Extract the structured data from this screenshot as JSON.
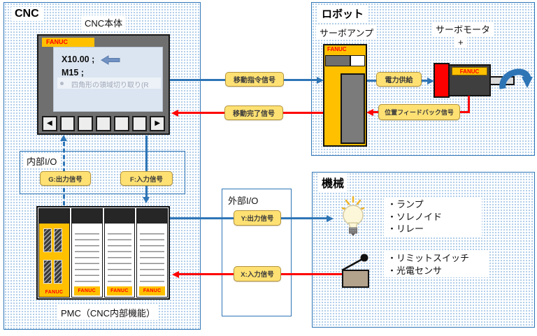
{
  "cnc": {
    "title": "CNC",
    "unit_label": "CNC本体",
    "display": {
      "brand": "FANUC",
      "line1": "X10.00 ;",
      "line2": "M15 ;",
      "ghost_text": "四角形の領域切り取り(R",
      "prev_button": "◀",
      "next_button": "▶"
    },
    "internal_io": {
      "title": "内部I/O",
      "g_signal": "G:出力信号",
      "f_signal": "F:入力信号"
    },
    "pmc": {
      "brand": "FANUC",
      "caption": "PMC（CNC内部機能）"
    }
  },
  "signals": {
    "move_command": "移動指令信号",
    "move_complete": "移動完了信号",
    "power_supply": "電力供給",
    "position_feedback": "位置フィードバック信号"
  },
  "external_io": {
    "title": "外部I/O",
    "y_signal": "Y:出力信号",
    "x_signal": "X:入力信号"
  },
  "robot": {
    "title": "ロボット",
    "servo_amp_label": "サーボアンプ",
    "servo_motor_label": "サーボモータ",
    "plus": "+",
    "amp_brand": "FANUC",
    "motor_brand": "FANUC"
  },
  "machine": {
    "title": "機械",
    "output_devices": [
      "・ランプ",
      "・ソレノイド",
      "・リレー"
    ],
    "input_devices": [
      "・リミットスイッチ",
      "・光電センサ"
    ]
  },
  "colors": {
    "accent_blue": "#2e75b6",
    "signal_red": "#fe0000",
    "fanuc_yellow": "#ffc000",
    "label_yellow": "#ffe173",
    "screen_blue": "#dbe5f1"
  }
}
